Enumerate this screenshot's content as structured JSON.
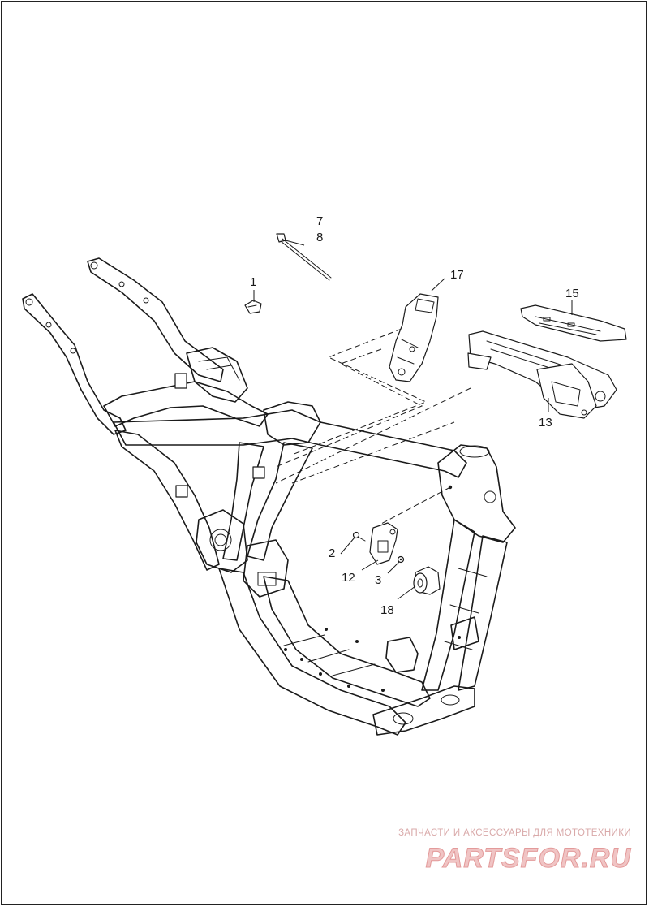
{
  "callouts": [
    {
      "id": "1",
      "label": "1"
    },
    {
      "id": "2",
      "label": "2"
    },
    {
      "id": "3",
      "label": "3"
    },
    {
      "id": "7",
      "label": "7"
    },
    {
      "id": "8",
      "label": "8"
    },
    {
      "id": "12",
      "label": "12"
    },
    {
      "id": "13",
      "label": "13"
    },
    {
      "id": "15",
      "label": "15"
    },
    {
      "id": "17",
      "label": "17"
    },
    {
      "id": "18",
      "label": "18"
    }
  ],
  "watermark": {
    "tagline": "ЗАПЧАСТИ И АКСЕССУАРЫ ДЛЯ МОТОТЕХНИКИ",
    "brand": "PARTSFOR.RU"
  },
  "colors": {
    "line": "#1a1a1a",
    "background": "#ffffff",
    "watermark": "#e39a9a"
  }
}
